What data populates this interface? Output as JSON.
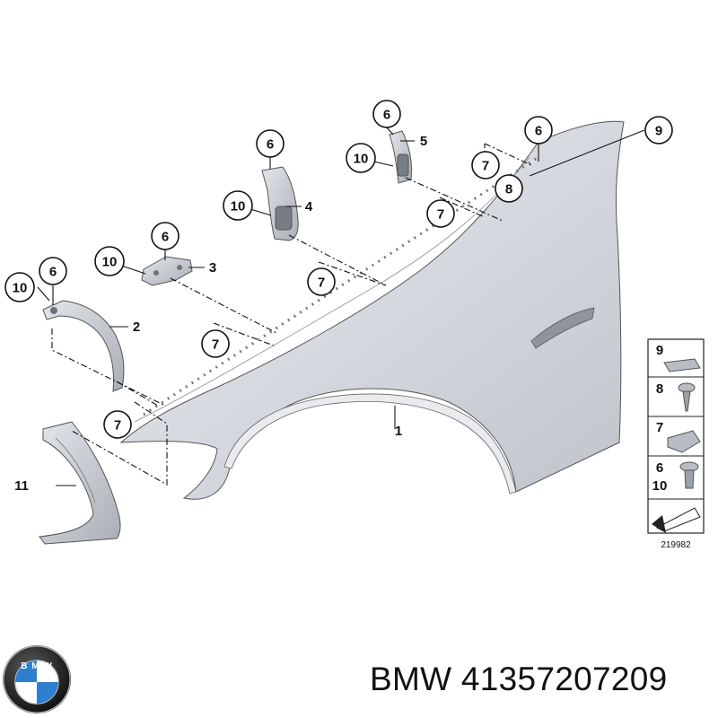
{
  "callouts": {
    "c1": "1",
    "c2": "2",
    "c3": "3",
    "c4": "4",
    "c5": "5",
    "c6a": "6",
    "c6b": "6",
    "c6c": "6",
    "c6d": "6",
    "c6e": "6",
    "c7a": "7",
    "c7b": "7",
    "c7c": "7",
    "c7d": "7",
    "c7e": "7",
    "c8": "8",
    "c9": "9",
    "c10a": "10",
    "c10b": "10",
    "c10c": "10",
    "c10d": "10",
    "c11": "11"
  },
  "legend": {
    "items": [
      {
        "labels": [
          "9"
        ]
      },
      {
        "labels": [
          "8"
        ]
      },
      {
        "labels": [
          "7"
        ]
      },
      {
        "labels": [
          "6",
          "10"
        ]
      }
    ],
    "diagram_number": "219982"
  },
  "brand": {
    "name": "BMW",
    "logo_text": "B M W"
  },
  "part_number": "BMW 41357207209",
  "colors": {
    "fender_fill": "#d2d6dc",
    "bracket_fill": "#c9cdd3",
    "logo_blue": "#2f7fd0",
    "logo_ring": "#1a1a1a"
  }
}
